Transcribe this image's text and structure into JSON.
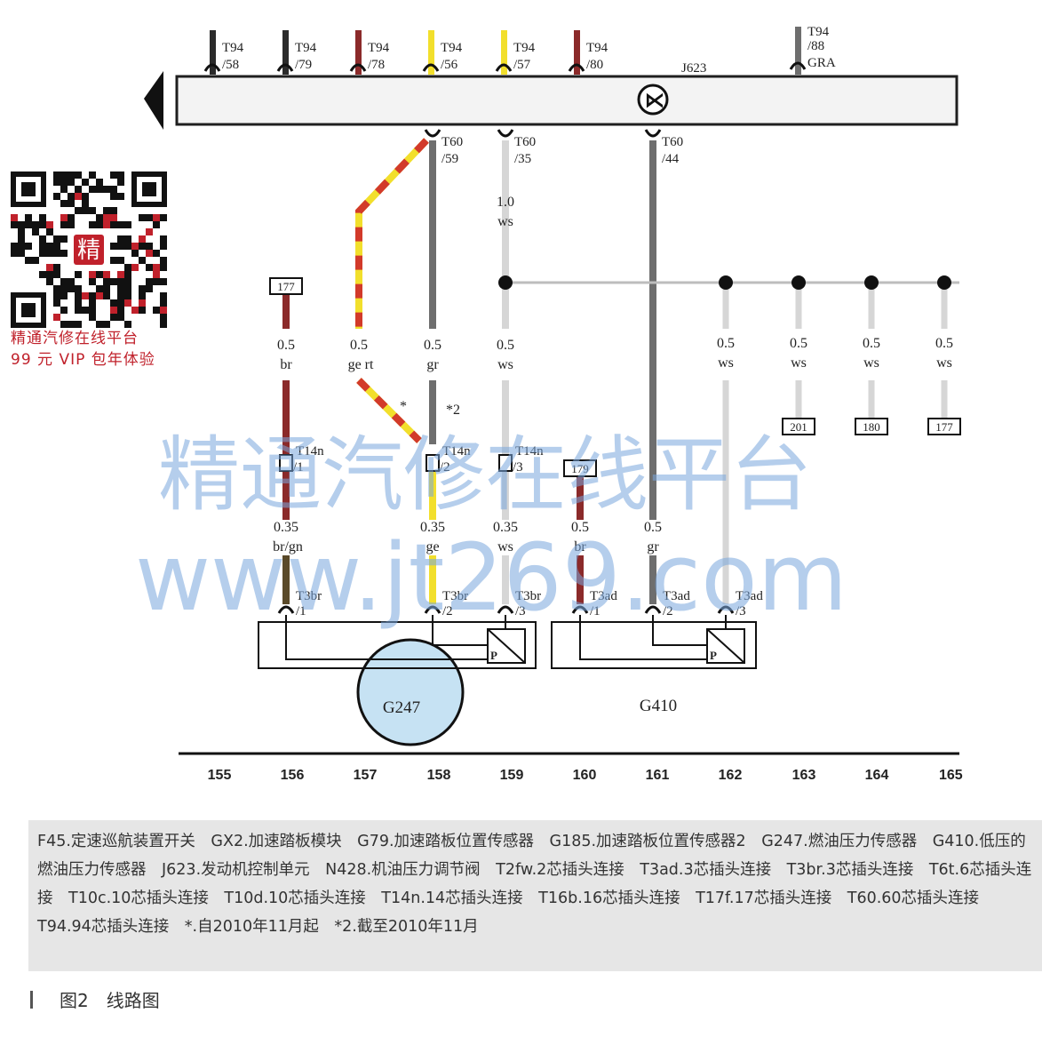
{
  "qr": {
    "center_char": "精",
    "line1": "精通汽修在线平台",
    "line2": "99 元 VIP 包年体验"
  },
  "watermark": {
    "line1": "精通汽修在线平台",
    "line2": "www.jt269.com"
  },
  "ecu": {
    "name": "J623"
  },
  "top_pins": [
    {
      "conn": "T94",
      "num": "/58"
    },
    {
      "conn": "T94",
      "num": "/79"
    },
    {
      "conn": "T94",
      "num": "/78"
    },
    {
      "conn": "T94",
      "num": "/56"
    },
    {
      "conn": "T94",
      "num": "/57"
    },
    {
      "conn": "T94",
      "num": "/80"
    },
    {
      "conn": "T94",
      "num": "/88",
      "extra": "GRA"
    }
  ],
  "ecu_pins": [
    {
      "conn": "T60",
      "num": "/59"
    },
    {
      "conn": "T60",
      "num": "/35"
    },
    {
      "conn": "T60",
      "num": "/44"
    }
  ],
  "wire_labels": [
    {
      "size": "0.5",
      "color": "br"
    },
    {
      "size": "0.5",
      "color": "ge rt"
    },
    {
      "size": "0.5",
      "color": "gr"
    },
    {
      "size": "0.5",
      "color": "ws"
    },
    {
      "size": "0.5",
      "color": "ws"
    },
    {
      "size": "0.5",
      "color": "ws"
    },
    {
      "size": "0.5",
      "color": "ws"
    },
    {
      "size": "0.5",
      "color": "ws"
    }
  ],
  "ws_upper": {
    "size": "1.0",
    "color": "ws"
  },
  "ref_boxes": [
    "177",
    "201",
    "180",
    "177",
    "179"
  ],
  "notes": {
    "star": "*",
    "star2": "*2"
  },
  "t14n": [
    {
      "conn": "T14n",
      "num": "/1"
    },
    {
      "conn": "T14n",
      "num": "/2"
    },
    {
      "conn": "T14n",
      "num": "/3"
    }
  ],
  "lower_labels": [
    {
      "size": "0.35",
      "color": "br/gn"
    },
    {
      "size": "0.35",
      "color": "ge"
    },
    {
      "size": "0.35",
      "color": "ws"
    },
    {
      "size": "0.5",
      "color": "br"
    },
    {
      "size": "0.5",
      "color": "gr"
    }
  ],
  "sensor_pins": [
    {
      "conn": "T3br",
      "num": "/1"
    },
    {
      "conn": "T3br",
      "num": "/2"
    },
    {
      "conn": "T3br",
      "num": "/3"
    },
    {
      "conn": "T3ad",
      "num": "/1"
    },
    {
      "conn": "T3ad",
      "num": "/2"
    },
    {
      "conn": "T3ad",
      "num": "/3"
    }
  ],
  "components": {
    "g247": "G247",
    "g410": "G410",
    "p_symbol": "P"
  },
  "column_numbers": [
    "155",
    "156",
    "157",
    "158",
    "159",
    "160",
    "161",
    "162",
    "163",
    "164",
    "165"
  ],
  "caption": "F45.定速巡航装置开关　GX2.加速踏板模块　G79.加速踏板位置传感器　G185.加速踏板位置传感器2　G247.燃油压力传感器　G410.低压的燃油压力传感器　J623.发动机控制单元　N428.机油压力调节阀　T2fw.2芯插头连接　T3ad.3芯插头连接　T3br.3芯插头连接　T6t.6芯插头连接　T10c.10芯插头连接　T10d.10芯插头连接　T14n.14芯插头连接　T16b.16芯插头连接　T17f.17芯插头连接　T60.60芯插头连接　T94.94芯插头连接　*.自2010年11月起　*2.截至2010年11月",
  "figure_title": "图2　线路图",
  "colors": {
    "wire_black": "#2b2b2b",
    "wire_brown": "#8b2a2a",
    "wire_yellow": "#f2df2c",
    "wire_red": "#d23a2a",
    "wire_gray": "#6e6e6e",
    "wire_white": "#d6d6d6",
    "bus": "#f3f3f3",
    "sensor_fill": "#c6e2f3",
    "watermark": "#7aa7dd",
    "qr_red": "#c0212b"
  }
}
